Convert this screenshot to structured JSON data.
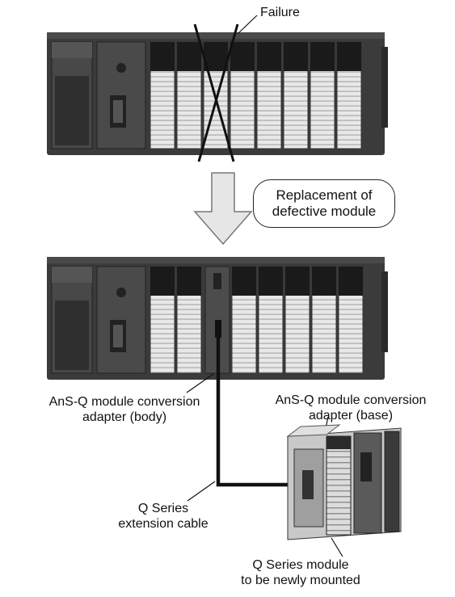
{
  "labels": {
    "failure": "Failure",
    "replacement_line1": "Replacement of",
    "replacement_line2": "defective module",
    "adapter_body_line1": "AnS-Q module conversion",
    "adapter_body_line2": "adapter (body)",
    "adapter_base_line1": "AnS-Q module conversion",
    "adapter_base_line2": "adapter (base)",
    "cable_line1": "Q Series",
    "cable_line2": "extension cable",
    "module_line1": "Q Series module",
    "module_line2": "to be newly mounted"
  },
  "colors": {
    "chassis": "#3c3c3c",
    "chassis_dark": "#1c1c1c",
    "slot_face": "#e8e8e8",
    "slot_row": "#b8b8b8",
    "arrow_fill": "#e6e6e6",
    "cable": "#111111"
  }
}
